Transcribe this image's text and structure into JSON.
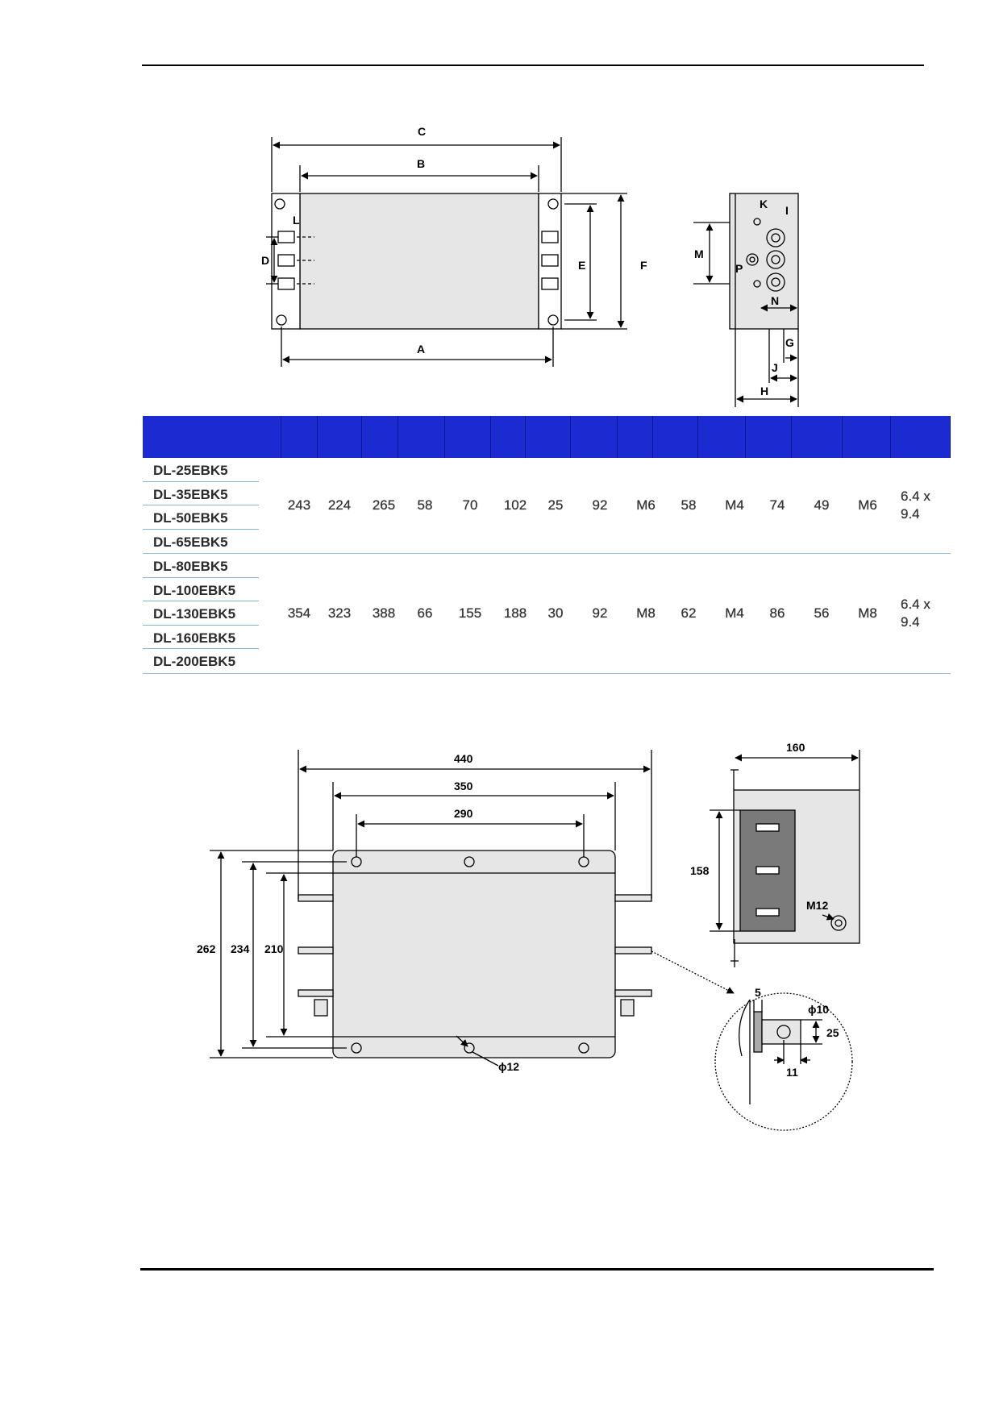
{
  "top_diagram": {
    "labels": {
      "A": "A",
      "B": "B",
      "C": "C",
      "D": "D",
      "E": "E",
      "F": "F",
      "G": "G",
      "H": "H",
      "I": "I",
      "J": "J",
      "K": "K",
      "L": "L",
      "M": "M",
      "N": "N",
      "P": "P"
    }
  },
  "table": {
    "groups": [
      {
        "models": [
          "DL-25EBK5",
          "DL-35EBK5",
          "DL-50EBK5",
          "DL-65EBK5"
        ],
        "values": [
          "243",
          "224",
          "265",
          "58",
          "70",
          "102",
          "25",
          "92",
          "M6",
          "58",
          "M4",
          "74",
          "49",
          "M6",
          "6.4 x 9.4"
        ]
      },
      {
        "models": [
          "DL-80EBK5",
          "DL-100EBK5",
          "DL-130EBK5",
          "DL-160EBK5",
          "DL-200EBK5"
        ],
        "values": [
          "354",
          "323",
          "388",
          "66",
          "155",
          "188",
          "30",
          "92",
          "M8",
          "62",
          "M4",
          "86",
          "56",
          "M8",
          "6.4 x 9.4"
        ]
      }
    ]
  },
  "bottom_diagram": {
    "dims": {
      "d440": "440",
      "d350": "350",
      "d290": "290",
      "d262": "262",
      "d234": "234",
      "d210": "210",
      "d12": "ϕ12",
      "d160": "160",
      "d158": "158",
      "m12": "M12",
      "d5": "5",
      "d10": "ϕ10",
      "d25": "25",
      "d11": "11"
    }
  },
  "colors": {
    "table_header": "#1b2bd1",
    "row_rule": "#7fb6e0",
    "panel": "#e6e6e6"
  }
}
